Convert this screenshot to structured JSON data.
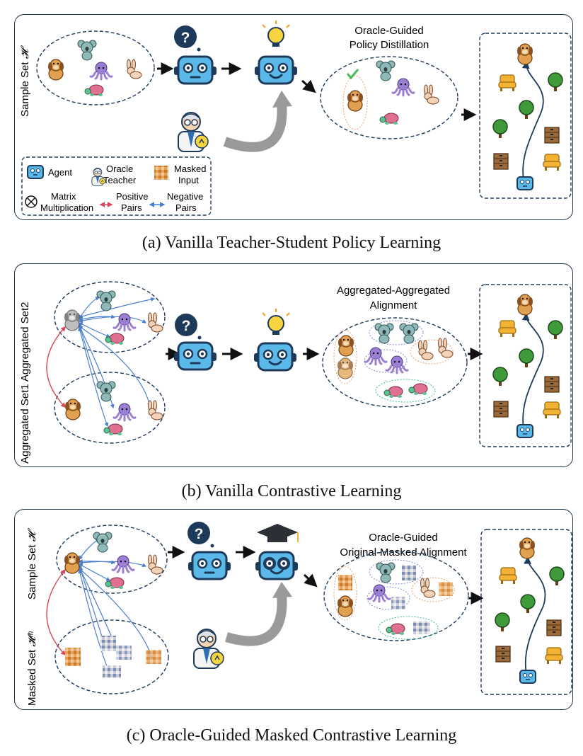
{
  "captions": {
    "a": "(a) Vanilla Teacher-Student Policy Learning",
    "b": "(b) Vanilla Contrastive Learning",
    "c": "(c) Oracle-Guided Masked Contrastive Learning"
  },
  "panel_a": {
    "side_label": "Sample Set",
    "side_symbol": "𝓗",
    "stage_title_1": "Oracle-Guided",
    "stage_title_2": "Policy Distillation",
    "question_mark": "?"
  },
  "legend": {
    "agent": "Agent",
    "oracle_1": "Oracle",
    "oracle_2": "Teacher",
    "masked_1": "Masked",
    "masked_2": "Input",
    "matmul_1": "Matrix",
    "matmul_2": "Multiplication",
    "pos_1": "Positive",
    "pos_2": "Pairs",
    "neg_1": "Negative",
    "neg_2": "Pairs"
  },
  "panel_b": {
    "side_label": "Aggregated Set1 Aggregated Set2",
    "stage_title_1": "Aggregated-Aggregated",
    "stage_title_2": "Alignment",
    "question_mark": "?"
  },
  "panel_c": {
    "side_label_top": "Sample Set",
    "side_symbol_top": "𝓗",
    "side_label_bottom": "Masked Set",
    "side_symbol_bottom": "𝓗ᵐ",
    "stage_title_1": "Oracle-Guided",
    "stage_title_2": "Original-Masked Alignment",
    "question_mark": "?"
  },
  "colors": {
    "frame": "#1f3550",
    "robot": "#5bb9ea",
    "robot_dark": "#1d3a5a",
    "positive": "#d9455a",
    "negative": "#4a7fd0",
    "tree": "#3f9a3a",
    "chair": "#f2b233",
    "cabinet": "#9a6a3a",
    "dog": "#e0a050",
    "koala": "#8fb8b8",
    "octopus": "#9b7fd4",
    "rabbit": "#f3d2b8",
    "turtle": "#e07090",
    "bulb": "#f7d540",
    "arrow_gray": "#9a9a9a"
  }
}
